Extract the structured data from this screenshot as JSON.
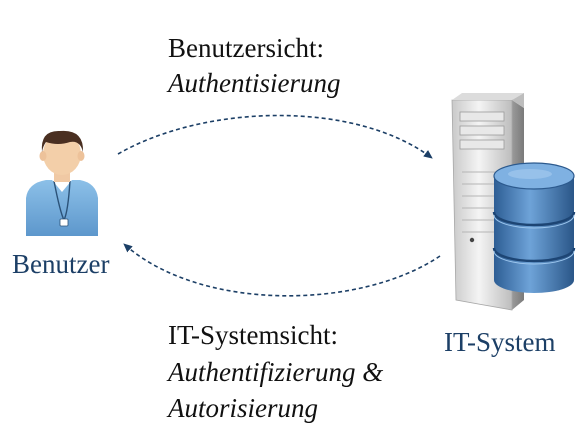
{
  "user": {
    "label": "Benutzer"
  },
  "system": {
    "label": "IT-System"
  },
  "top_flow": {
    "heading": "Benutzersicht:",
    "subtitle": "Authentisierung"
  },
  "bottom_flow": {
    "heading": "IT-Systemsicht:",
    "line1": "Authentifizierung &",
    "line2": "Autorisierung"
  },
  "colors": {
    "arrow": "#1c3f66",
    "label_blue": "#1c3f66",
    "shirt": "#7fb4de",
    "database": "#3b6fa8"
  },
  "icons": {
    "user": "person-icon",
    "server": "server-tower-icon",
    "database": "database-icon"
  }
}
